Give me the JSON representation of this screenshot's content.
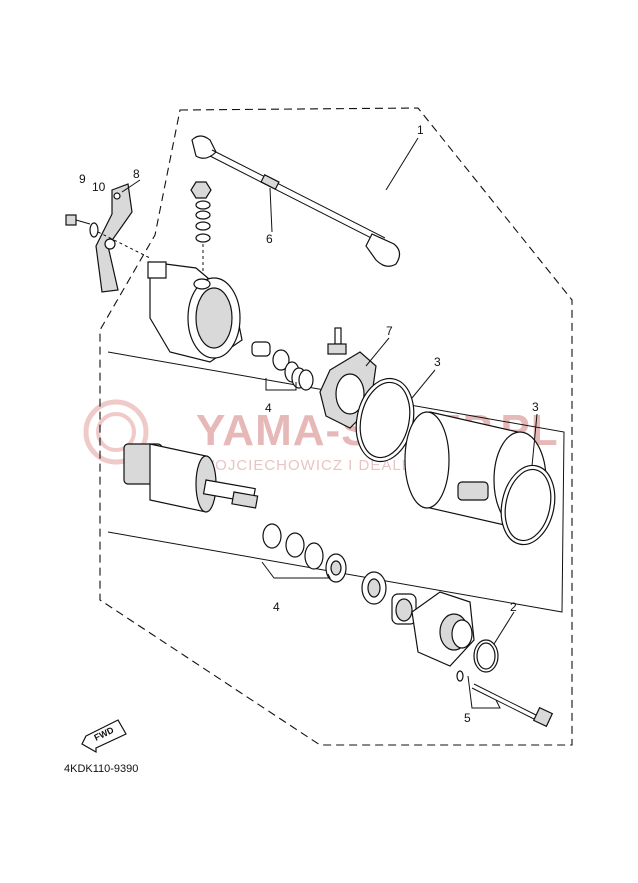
{
  "diagram": {
    "callouts": [
      "1",
      "2",
      "3",
      "3",
      "4",
      "4",
      "5",
      "6",
      "7",
      "8",
      "9",
      "10"
    ],
    "diagram_code": "4KDK110-9390",
    "fwd_label": "FWD"
  },
  "watermark": {
    "brand": "YAMA-SKLEP.PL",
    "tagline": "WOJCIECHOWICZ I DEALER YAMAHA"
  },
  "colors": {
    "line": "#111111",
    "watermark": "#e7b8b8"
  }
}
